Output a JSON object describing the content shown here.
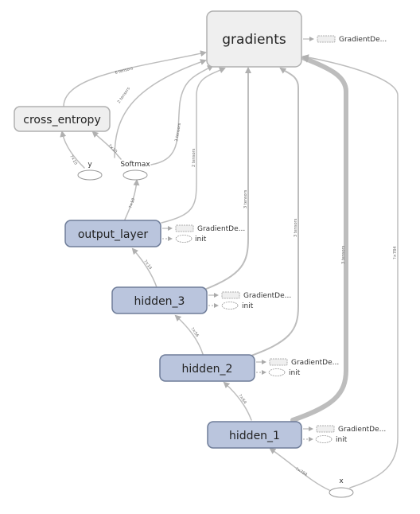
{
  "nodes": {
    "gradients": "gradients",
    "cross_entropy": "cross_entropy",
    "output_layer": "output_layer",
    "hidden_3": "hidden_3",
    "hidden_2": "hidden_2",
    "hidden_1": "hidden_1"
  },
  "ops": {
    "y": "y",
    "softmax": "Softmax",
    "x": "x"
  },
  "aux": {
    "gradient_descent": "GradientDe...",
    "init": "init"
  },
  "edge_labels": {
    "ce_to_grad": "6 tensors",
    "y_to_grad": "2 tensors",
    "softmax_to_grad": "3 tensors",
    "out_to_grad": "2 tensors",
    "h3_to_grad": "3 tensors",
    "h2_to_grad": "3 tensors",
    "h1_to_grad": "3 tensors",
    "x_to_grad": "?×784",
    "y_to_ce": "?×10",
    "softmax_to_ce": "?×10",
    "out_to_softmax": "?×10",
    "h3_to_out": "?×14",
    "h2_to_h3": "?×56",
    "h1_to_h2": "?×64",
    "x_to_h1": "?×784"
  },
  "colors": {
    "grey_node_fill": "#efefef",
    "grey_node_stroke": "#b0b0b0",
    "blue_node_fill": "#bac5dd",
    "blue_node_stroke": "#6f7d99",
    "edge": "#bdbdbd"
  }
}
